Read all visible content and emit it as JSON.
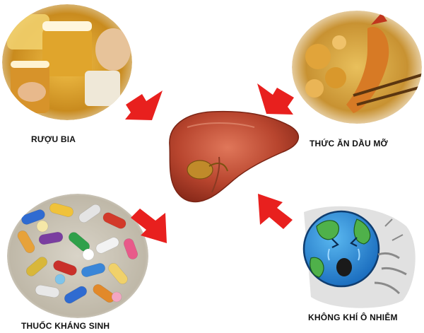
{
  "labels": {
    "alcohol": "RƯỢU BIA",
    "fatty_food": "THỨC ĂN DẦU MỠ",
    "antibiotics": "THUỐC KHÁNG SINH",
    "air_pollution": "KHÔNG KHÍ Ô NHIỄM"
  },
  "icons": {
    "center": "liver-illustration",
    "top_left": "beer-glasses-photo",
    "top_right": "fried-shrimp-photo",
    "bottom_left": "pills-photo",
    "bottom_right": "crying-earth-cartoon"
  },
  "colors": {
    "arrow": "#e8201e",
    "liver": "#b8452e",
    "gallbladder": "#c08a2a"
  }
}
